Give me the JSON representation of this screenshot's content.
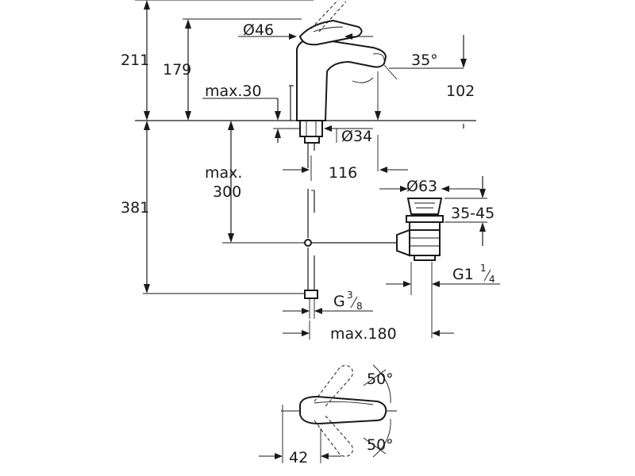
{
  "colors": {
    "line": "#1a1a1a",
    "background": "#ffffff"
  },
  "dimensions": {
    "d211": "211",
    "d179": "179",
    "d46": "Ø46",
    "d35deg": "35°",
    "d102": "102",
    "max30": "max.30",
    "d34": "Ø34",
    "d116": "116",
    "max300_line1": "max.",
    "max300_line2": "300",
    "d381": "381",
    "d63": "Ø63",
    "d35_45": "35-45",
    "g114_main": "G1",
    "g114_num": "1",
    "g114_den": "4",
    "g38_main": "G",
    "g38_num": "3",
    "g38_den": "8",
    "max180": "max.180",
    "d50a": "50°",
    "d50b": "50°",
    "d42": "42"
  }
}
